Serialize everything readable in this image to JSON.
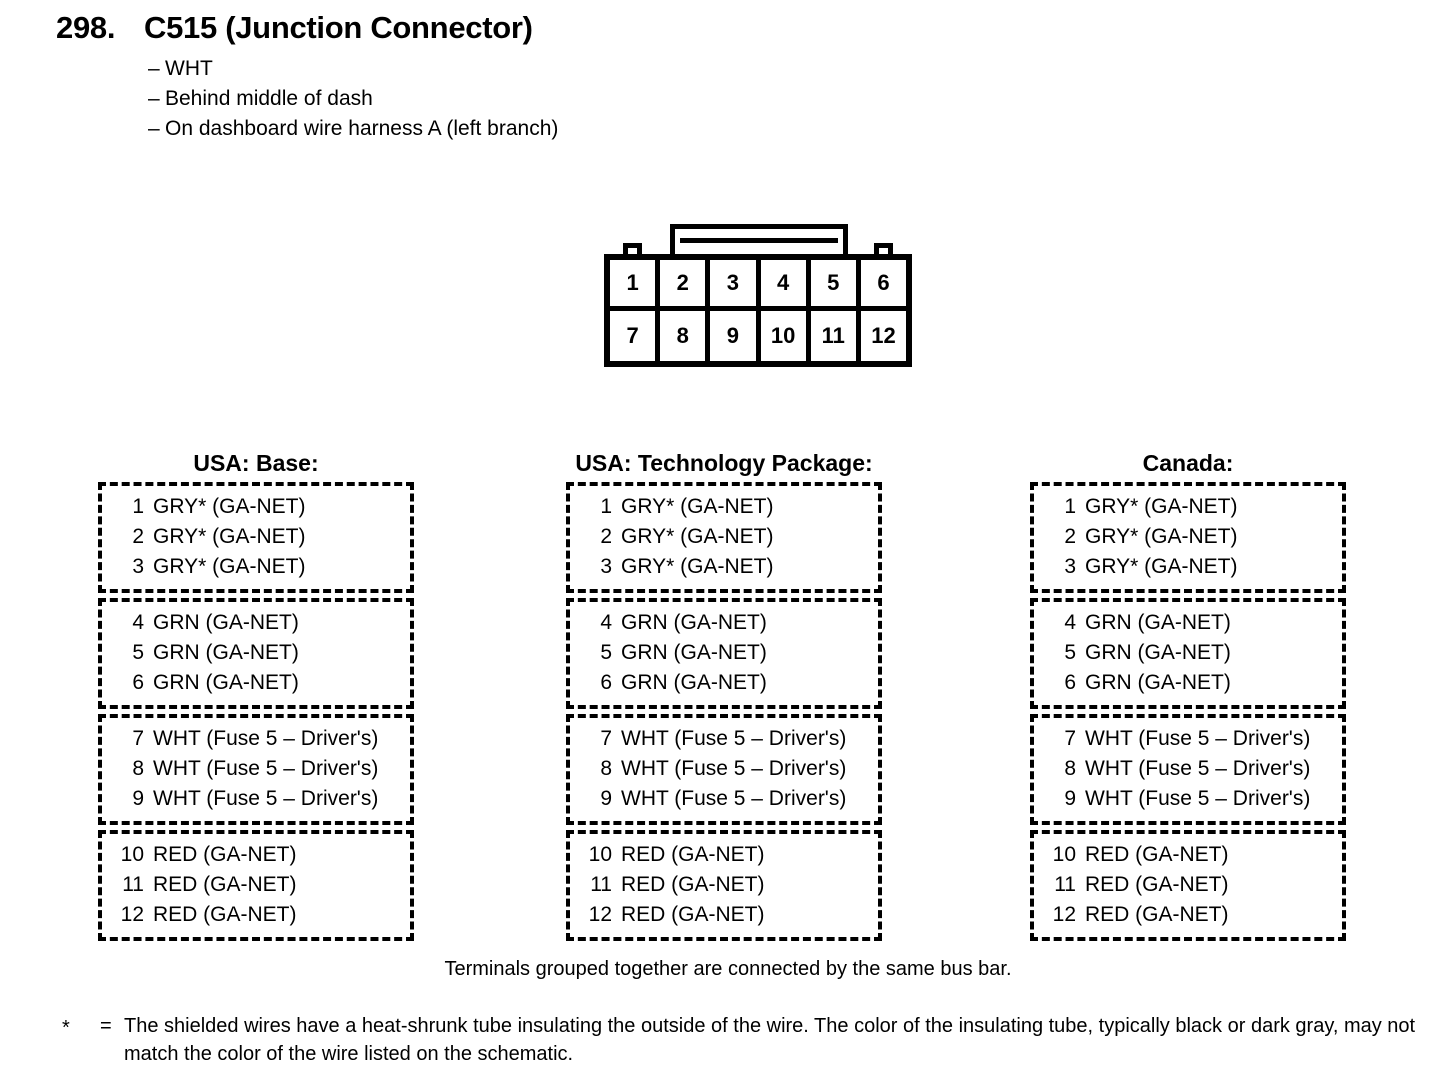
{
  "header": {
    "number": "298.",
    "name": "C515 (Junction Connector)",
    "dash": "–",
    "details": [
      "WHT",
      "Behind middle of dash",
      "On dashboard wire harness A (left branch)"
    ]
  },
  "connector": {
    "top_row": [
      "1",
      "2",
      "3",
      "4",
      "5",
      "6"
    ],
    "bottom_row": [
      "7",
      "8",
      "9",
      "10",
      "11",
      "12"
    ]
  },
  "columns": [
    {
      "heading": "USA: Base:",
      "groups": [
        {
          "entries": [
            {
              "pin": "1",
              "label": "GRY* (GA-NET)"
            },
            {
              "pin": "2",
              "label": "GRY* (GA-NET)"
            },
            {
              "pin": "3",
              "label": "GRY* (GA-NET)"
            }
          ]
        },
        {
          "entries": [
            {
              "pin": "4",
              "label": "GRN (GA-NET)"
            },
            {
              "pin": "5",
              "label": "GRN (GA-NET)"
            },
            {
              "pin": "6",
              "label": "GRN (GA-NET)"
            }
          ]
        },
        {
          "entries": [
            {
              "pin": "7",
              "label": "WHT (Fuse 5 – Driver's)"
            },
            {
              "pin": "8",
              "label": "WHT (Fuse 5 – Driver's)"
            },
            {
              "pin": "9",
              "label": "WHT (Fuse 5 – Driver's)"
            }
          ]
        },
        {
          "entries": [
            {
              "pin": "10",
              "label": "RED (GA-NET)"
            },
            {
              "pin": "11",
              "label": "RED (GA-NET)"
            },
            {
              "pin": "12",
              "label": "RED (GA-NET)"
            }
          ]
        }
      ]
    },
    {
      "heading": "USA: Technology Package:",
      "groups": [
        {
          "entries": [
            {
              "pin": "1",
              "label": "GRY* (GA-NET)"
            },
            {
              "pin": "2",
              "label": "GRY* (GA-NET)"
            },
            {
              "pin": "3",
              "label": "GRY* (GA-NET)"
            }
          ]
        },
        {
          "entries": [
            {
              "pin": "4",
              "label": "GRN (GA-NET)"
            },
            {
              "pin": "5",
              "label": "GRN (GA-NET)"
            },
            {
              "pin": "6",
              "label": "GRN (GA-NET)"
            }
          ]
        },
        {
          "entries": [
            {
              "pin": "7",
              "label": "WHT (Fuse 5 – Driver's)"
            },
            {
              "pin": "8",
              "label": "WHT (Fuse 5 – Driver's)"
            },
            {
              "pin": "9",
              "label": "WHT (Fuse 5 – Driver's)"
            }
          ]
        },
        {
          "entries": [
            {
              "pin": "10",
              "label": "RED (GA-NET)"
            },
            {
              "pin": "11",
              "label": "RED (GA-NET)"
            },
            {
              "pin": "12",
              "label": "RED (GA-NET)"
            }
          ]
        }
      ]
    },
    {
      "heading": "Canada:",
      "groups": [
        {
          "entries": [
            {
              "pin": "1",
              "label": "GRY* (GA-NET)"
            },
            {
              "pin": "2",
              "label": "GRY* (GA-NET)"
            },
            {
              "pin": "3",
              "label": "GRY* (GA-NET)"
            }
          ]
        },
        {
          "entries": [
            {
              "pin": "4",
              "label": "GRN (GA-NET)"
            },
            {
              "pin": "5",
              "label": "GRN (GA-NET)"
            },
            {
              "pin": "6",
              "label": "GRN (GA-NET)"
            }
          ]
        },
        {
          "entries": [
            {
              "pin": "7",
              "label": "WHT (Fuse 5 – Driver's)"
            },
            {
              "pin": "8",
              "label": "WHT (Fuse 5 – Driver's)"
            },
            {
              "pin": "9",
              "label": "WHT (Fuse 5 – Driver's)"
            }
          ]
        },
        {
          "entries": [
            {
              "pin": "10",
              "label": "RED (GA-NET)"
            },
            {
              "pin": "11",
              "label": "RED (GA-NET)"
            },
            {
              "pin": "12",
              "label": "RED (GA-NET)"
            }
          ]
        }
      ]
    }
  ],
  "notes": {
    "busbar": "Terminals grouped together are connected by the same bus bar.",
    "asterisk_mark": "*",
    "asterisk_equals": "=",
    "asterisk_text": "The shielded wires have a heat-shrunk tube insulating the outside of the wire.  The color of the insulating tube, typically black or dark gray, may not match the color of the wire listed on the schematic."
  }
}
